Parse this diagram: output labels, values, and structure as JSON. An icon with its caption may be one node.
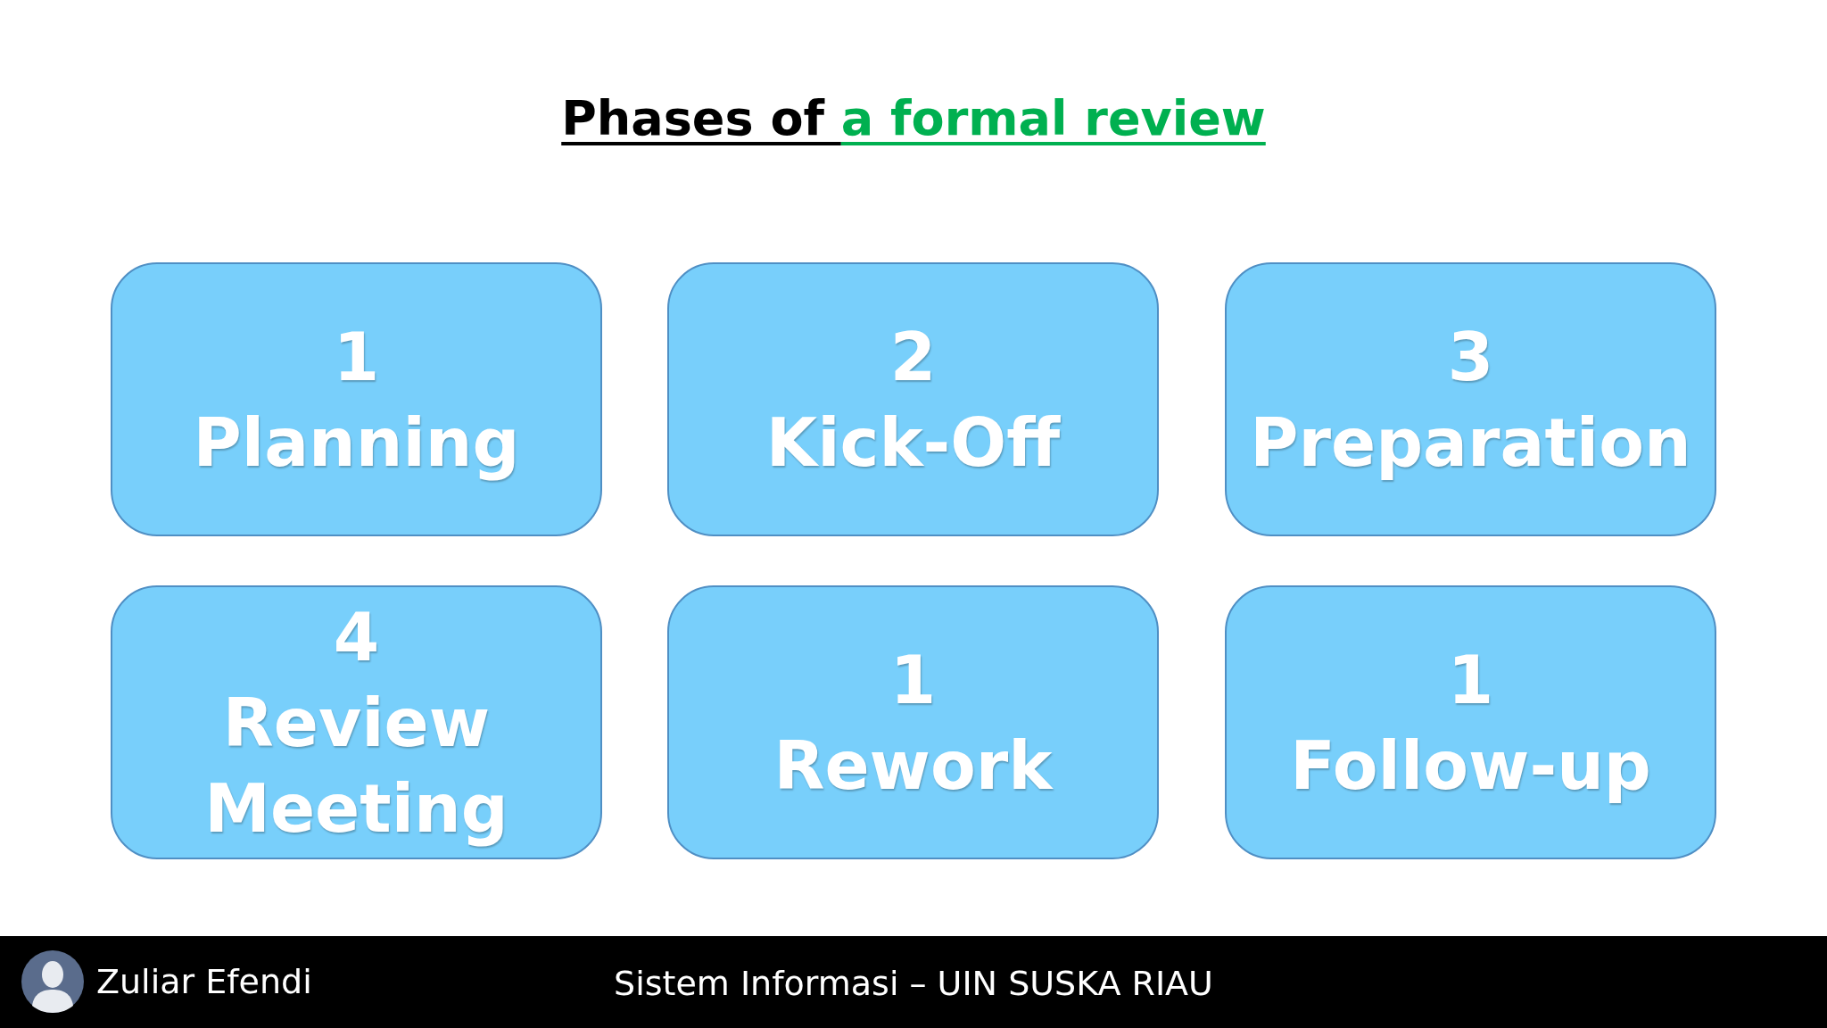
{
  "diagram": {
    "title": "Phases of a formal review",
    "nodes": [
      {
        "text": [
          "1",
          "Planning"
        ]
      },
      {
        "text": [
          "2",
          "Kick-Off"
        ]
      },
      {
        "text": [
          "3",
          "Preparation"
        ]
      },
      {
        "text": [
          "4",
          "Review Meeting"
        ]
      },
      {
        "text": [
          "1",
          "Rework"
        ]
      },
      {
        "text": [
          "1",
          "Follow-up"
        ]
      }
    ],
    "edges": [],
    "labels": [
      "Zuliar Efendi",
      "Sistem Informasi – UIN SUSKA RIAU"
    ]
  }
}
